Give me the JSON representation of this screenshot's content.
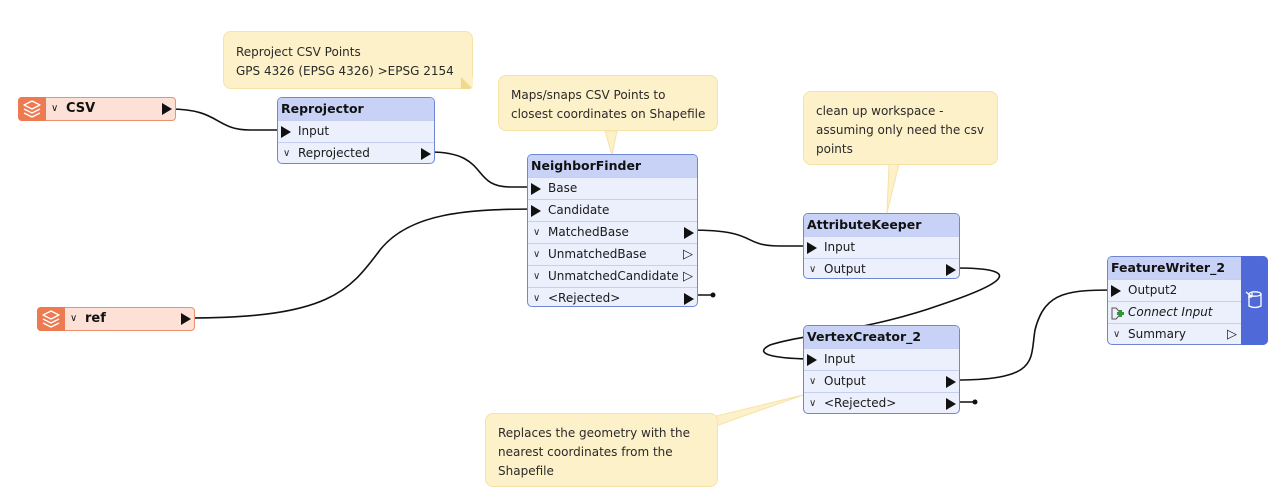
{
  "canvas": {
    "background": "#ffffff",
    "wire_color": "#111111",
    "note_color": "#fdf1c9",
    "node_color": "#eceffc",
    "node_header_color": "#c7d2f6",
    "reader_color": "#fde0d6",
    "reader_icon_color": "#ec7b52",
    "writer_accent": "#4f6ad8"
  },
  "annotations": {
    "reproject": {
      "lines": [
        "Reproject CSV Points",
        "GPS 4326 (EPSG 4326) >EPSG 2154"
      ]
    },
    "neighbor": {
      "lines": [
        "Maps/snaps CSV Points to",
        "closest coordinates on Shapefile"
      ]
    },
    "keeper": {
      "lines": [
        "clean up workspace -",
        "assuming only need the csv",
        "points"
      ]
    },
    "vertex": {
      "lines": [
        "Replaces the geometry with the",
        "nearest coordinates from the",
        "Shapefile"
      ]
    }
  },
  "readers": {
    "csv": {
      "label": "CSV",
      "icon": "layers-icon"
    },
    "ref": {
      "label": "ref",
      "icon": "layers-icon"
    }
  },
  "transformers": {
    "reprojector": {
      "title": "Reprojector",
      "inputs": [
        "Input"
      ],
      "outputs": [
        "Reprojected"
      ]
    },
    "neighborfinder": {
      "title": "NeighborFinder",
      "inputs": [
        "Base",
        "Candidate"
      ],
      "outputs": [
        "MatchedBase",
        "UnmatchedBase",
        "UnmatchedCandidate",
        "<Rejected>"
      ]
    },
    "attributekeeper": {
      "title": "AttributeKeeper",
      "inputs": [
        "Input"
      ],
      "outputs": [
        "Output"
      ]
    },
    "vertexcreator": {
      "title": "VertexCreator_2",
      "inputs": [
        "Input"
      ],
      "outputs": [
        "Output",
        "<Rejected>"
      ]
    }
  },
  "writer": {
    "title": "FeatureWriter_2",
    "inputs": [
      "Output2"
    ],
    "connect_input": "Connect Input",
    "outputs": [
      "Summary"
    ],
    "icon": "database-write-icon"
  },
  "connections": [
    {
      "from": "CSV",
      "to": "Reprojector.Input"
    },
    {
      "from": "Reprojector.Reprojected",
      "to": "NeighborFinder.Base"
    },
    {
      "from": "ref",
      "to": "NeighborFinder.Candidate"
    },
    {
      "from": "NeighborFinder.MatchedBase",
      "to": "AttributeKeeper.Input"
    },
    {
      "from": "AttributeKeeper.Output",
      "to": "VertexCreator_2.Input"
    },
    {
      "from": "VertexCreator_2.Output",
      "to": "FeatureWriter_2.Output2"
    }
  ]
}
